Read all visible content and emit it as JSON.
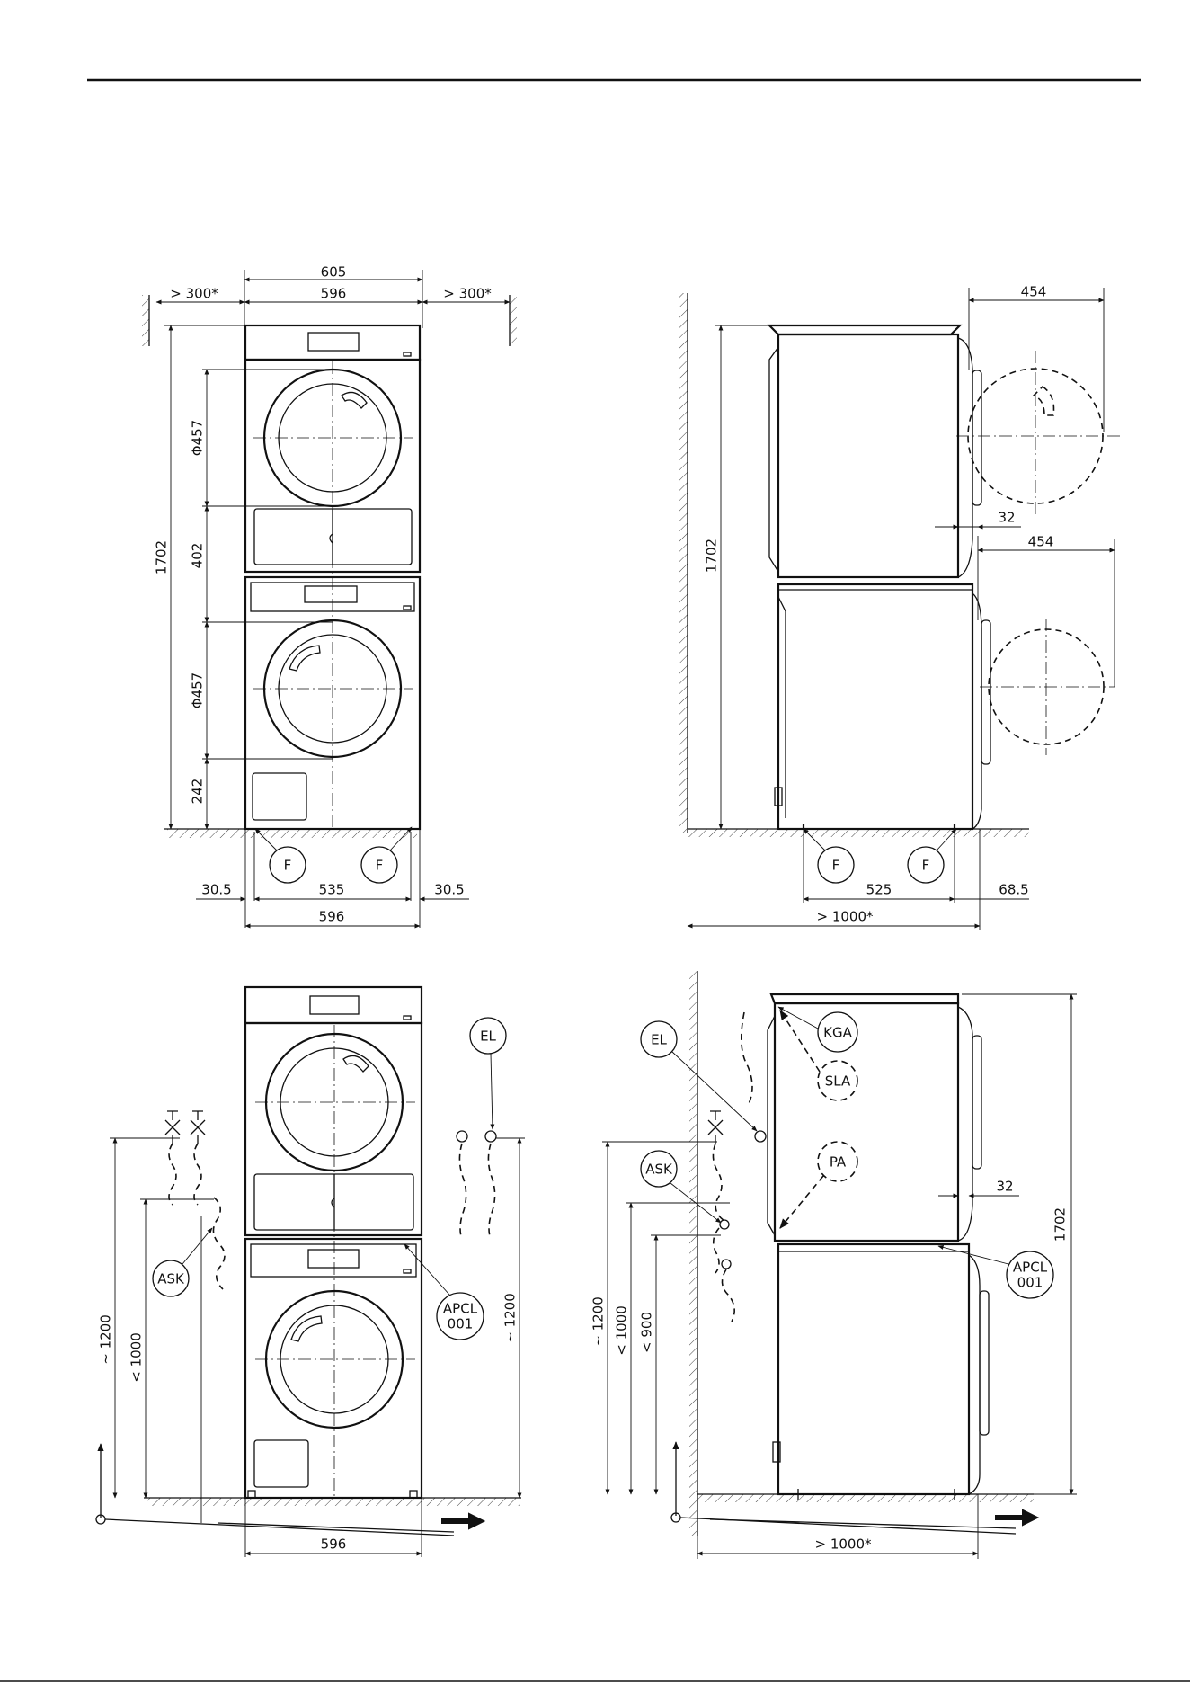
{
  "views": {
    "front_top": {
      "dim_total_width": "605",
      "dim_width": "596",
      "dim_clear_left": "> 300*",
      "dim_clear_right": "> 300*",
      "dim_height": "1702",
      "dim_drum_upper": "Φ457",
      "dim_mid": "402",
      "dim_drum_lower": "Φ457",
      "dim_base": "242",
      "dim_foot_left": "30.5",
      "dim_foot_span": "535",
      "dim_foot_right": "30.5",
      "dim_bottom_width": "596",
      "foot_label": "F"
    },
    "side_top": {
      "dim_height": "1702",
      "dim_door_upper": "454",
      "dim_gap": "32",
      "dim_door_lower": "454",
      "dim_foot_span": "525",
      "dim_foot_offset": "68.5",
      "dim_clearance": "> 1000*",
      "foot_label": "F"
    },
    "front_bottom": {
      "label_el": "EL",
      "label_ask": "ASK",
      "label_apcl": "APCL\n001",
      "label_apcl_1": "APCL",
      "label_apcl_2": "001",
      "dim_height_left": "~ 1200",
      "dim_lt_1000": "< 1000",
      "dim_height_right": "~ 1200",
      "dim_width": "596"
    },
    "side_bottom": {
      "label_el": "EL",
      "label_kga": "KGA",
      "label_sla": "SLA",
      "label_pa": "PA",
      "label_ask": "ASK",
      "label_apcl_1": "APCL",
      "label_apcl_2": "001",
      "dim_height_1200": "~ 1200",
      "dim_lt_1000": "< 1000",
      "dim_lt_900": "< 900",
      "dim_gap": "32",
      "dim_height_total": "1702",
      "dim_clearance": "> 1000*"
    }
  }
}
